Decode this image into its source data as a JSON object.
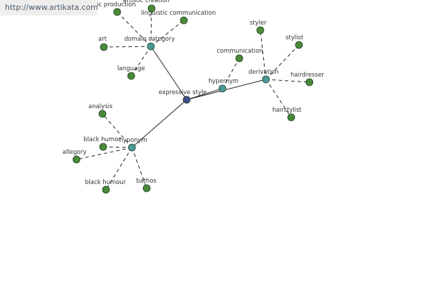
{
  "watermark": {
    "text": "http://www.artikata.com"
  },
  "colors": {
    "center_node": "#3f4f8f",
    "relation_node": "#4a9a9a",
    "leaf_node": "#4a8a3a",
    "node_stroke": "#1f3f1f",
    "edge": "#222222",
    "label": "#333333"
  },
  "diagram": {
    "nodes": [
      {
        "id": "center",
        "label": "expressive style",
        "kind": "center"
      },
      {
        "id": "domain",
        "label": "domain category",
        "kind": "relation"
      },
      {
        "id": "hypernym",
        "label": "hypernym",
        "kind": "relation"
      },
      {
        "id": "derivation",
        "label": "derivation",
        "kind": "relation"
      },
      {
        "id": "hyponym",
        "label": "hyponym",
        "kind": "relation"
      },
      {
        "id": "artistic_production",
        "label": "artistic production",
        "kind": "leaf"
      },
      {
        "id": "artistic_creation",
        "label": "artistic creation",
        "kind": "leaf"
      },
      {
        "id": "linguistic_communication",
        "label": "linguistic communication",
        "kind": "leaf"
      },
      {
        "id": "art",
        "label": "art",
        "kind": "leaf"
      },
      {
        "id": "language",
        "label": "language",
        "kind": "leaf"
      },
      {
        "id": "communication",
        "label": "communication",
        "kind": "leaf"
      },
      {
        "id": "styler",
        "label": "styler",
        "kind": "leaf"
      },
      {
        "id": "stylist",
        "label": "stylist",
        "kind": "leaf"
      },
      {
        "id": "hairdresser",
        "label": "hairdresser",
        "kind": "leaf"
      },
      {
        "id": "hairstylist",
        "label": "hairstylist",
        "kind": "leaf"
      },
      {
        "id": "analysis",
        "label": "analysis",
        "kind": "leaf"
      },
      {
        "id": "black_humor",
        "label": "black humor",
        "kind": "leaf"
      },
      {
        "id": "allegory",
        "label": "allegory",
        "kind": "leaf"
      },
      {
        "id": "black_humour",
        "label": "black humour",
        "kind": "leaf"
      },
      {
        "id": "bathos",
        "label": "bathos",
        "kind": "leaf"
      }
    ],
    "edges": [
      {
        "from": "center",
        "to": "domain",
        "style": "solid"
      },
      {
        "from": "center",
        "to": "hypernym",
        "style": "solid"
      },
      {
        "from": "center",
        "to": "derivation",
        "style": "solid"
      },
      {
        "from": "center",
        "to": "hyponym",
        "style": "solid"
      },
      {
        "from": "domain",
        "to": "artistic_production",
        "style": "dashed"
      },
      {
        "from": "domain",
        "to": "artistic_creation",
        "style": "dashed"
      },
      {
        "from": "domain",
        "to": "linguistic_communication",
        "style": "dashed"
      },
      {
        "from": "domain",
        "to": "art",
        "style": "dashed"
      },
      {
        "from": "domain",
        "to": "language",
        "style": "dashed"
      },
      {
        "from": "hypernym",
        "to": "communication",
        "style": "dashed"
      },
      {
        "from": "derivation",
        "to": "styler",
        "style": "dashed"
      },
      {
        "from": "derivation",
        "to": "stylist",
        "style": "dashed"
      },
      {
        "from": "derivation",
        "to": "hairdresser",
        "style": "dashed"
      },
      {
        "from": "derivation",
        "to": "hairstylist",
        "style": "dashed"
      },
      {
        "from": "hyponym",
        "to": "analysis",
        "style": "dashed"
      },
      {
        "from": "hyponym",
        "to": "black_humor",
        "style": "dashed"
      },
      {
        "from": "hyponym",
        "to": "allegory",
        "style": "dashed"
      },
      {
        "from": "hyponym",
        "to": "black_humour",
        "style": "dashed"
      },
      {
        "from": "hyponym",
        "to": "bathos",
        "style": "dashed"
      }
    ]
  }
}
